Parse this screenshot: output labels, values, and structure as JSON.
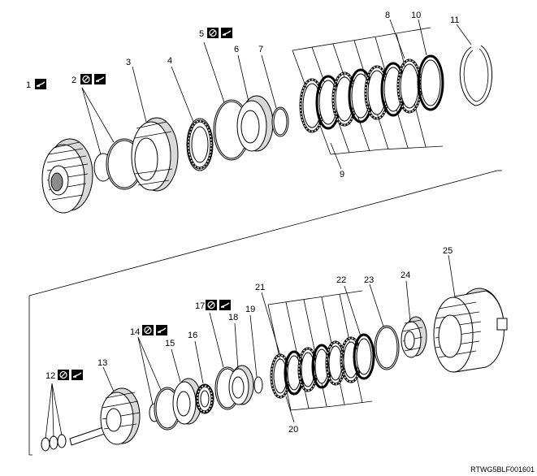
{
  "diagram": {
    "image_code": "RTWG5BLF001601",
    "icons": {
      "do_not_reuse": "do-not-reuse-symbol",
      "lubricate": "oil-can-symbol"
    },
    "callouts": [
      {
        "id": "c1",
        "text": "1"
      },
      {
        "id": "c2",
        "text": "2"
      },
      {
        "id": "c3",
        "text": "3"
      },
      {
        "id": "c4",
        "text": "4"
      },
      {
        "id": "c5",
        "text": "5"
      },
      {
        "id": "c6",
        "text": "6"
      },
      {
        "id": "c7",
        "text": "7"
      },
      {
        "id": "c8",
        "text": "8"
      },
      {
        "id": "c9",
        "text": "9"
      },
      {
        "id": "c10",
        "text": "10"
      },
      {
        "id": "c11",
        "text": "11"
      },
      {
        "id": "c12",
        "text": "12"
      },
      {
        "id": "c13",
        "text": "13"
      },
      {
        "id": "c14",
        "text": "14"
      },
      {
        "id": "c15",
        "text": "15"
      },
      {
        "id": "c16",
        "text": "16"
      },
      {
        "id": "c17",
        "text": "17"
      },
      {
        "id": "c18",
        "text": "18"
      },
      {
        "id": "c19",
        "text": "19"
      },
      {
        "id": "c20",
        "text": "20"
      },
      {
        "id": "c21",
        "text": "21"
      },
      {
        "id": "c22",
        "text": "22"
      },
      {
        "id": "c23",
        "text": "23"
      },
      {
        "id": "c24",
        "text": "24"
      },
      {
        "id": "c25",
        "text": "25"
      }
    ]
  }
}
